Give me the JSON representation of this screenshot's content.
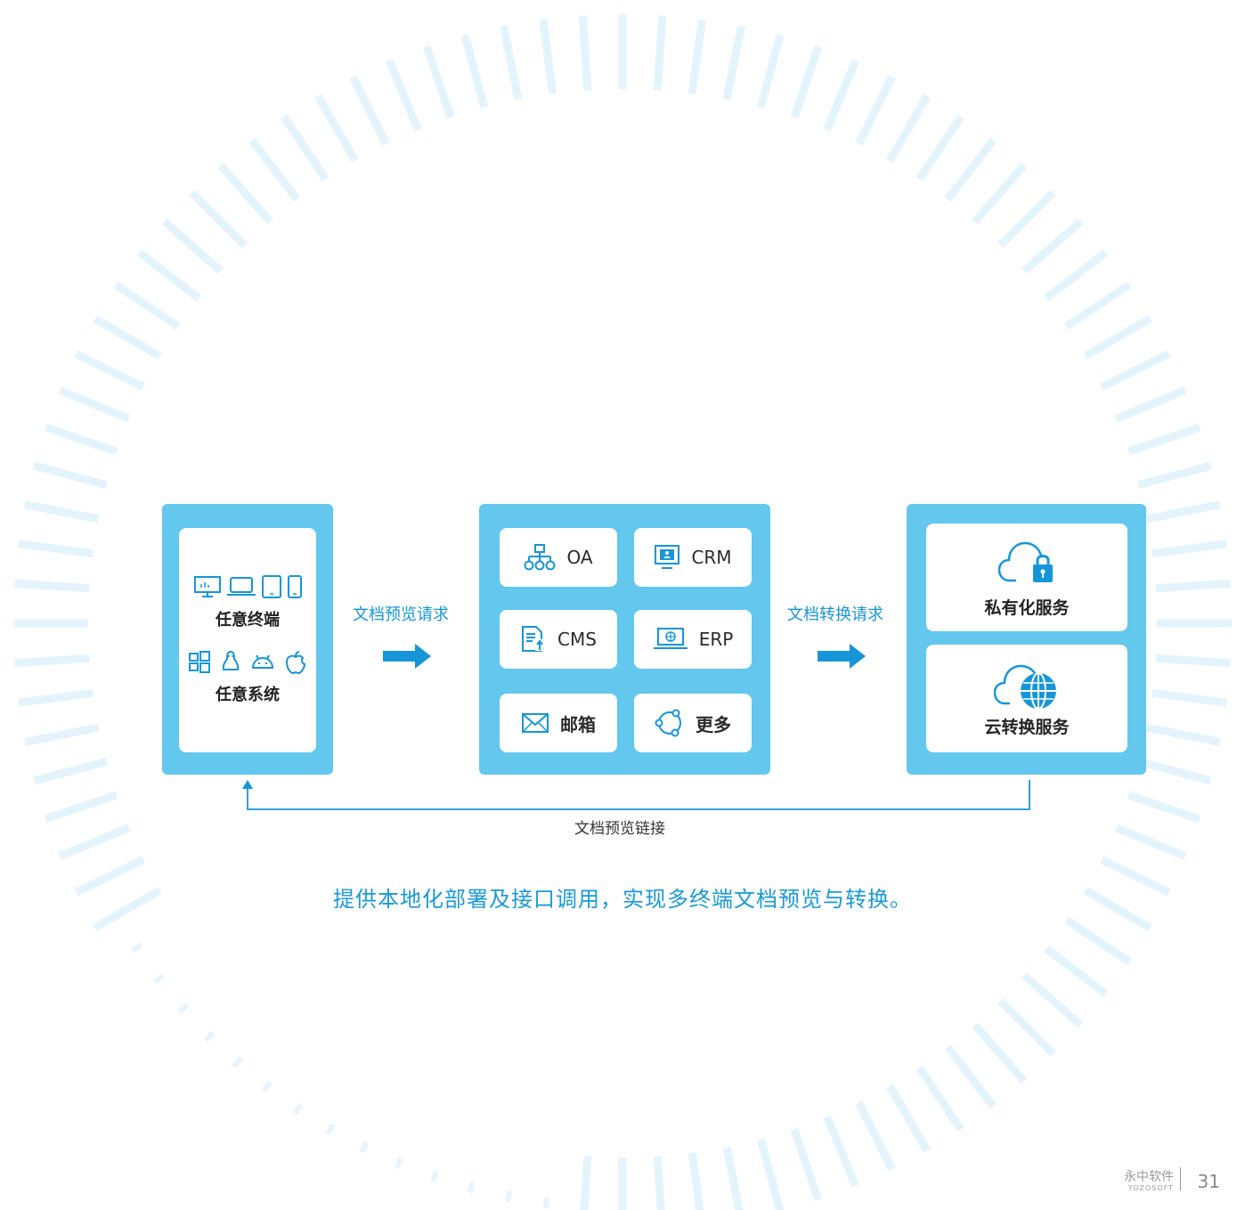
{
  "devices": {
    "terminals_label": "任意终端",
    "systems_label": "任意系统"
  },
  "flow": {
    "request_preview": "文档预览请求",
    "request_convert": "文档转换请求",
    "return_link": "文档预览链接"
  },
  "systems": [
    {
      "label": "OA",
      "icon": "org-chart-icon"
    },
    {
      "label": "CRM",
      "icon": "monitor-user-icon"
    },
    {
      "label": "CMS",
      "icon": "document-upload-icon"
    },
    {
      "label": "ERP",
      "icon": "laptop-globe-icon"
    },
    {
      "label": "邮箱",
      "icon": "mail-icon"
    },
    {
      "label": "更多",
      "icon": "network-circle-icon"
    }
  ],
  "services": [
    {
      "label": "私有化服务",
      "icon": "cloud-lock-icon"
    },
    {
      "label": "云转换服务",
      "icon": "cloud-globe-icon"
    }
  ],
  "caption": "提供本地化部署及接口调用，实现多终端文档预览与转换。",
  "footer": {
    "brand_cn": "永中软件",
    "brand_en": "YOZOSOFT",
    "page_number": "31"
  },
  "colors": {
    "panel": "#63c7ee",
    "accent": "#1696d9",
    "burst": "#e4f4fd"
  }
}
